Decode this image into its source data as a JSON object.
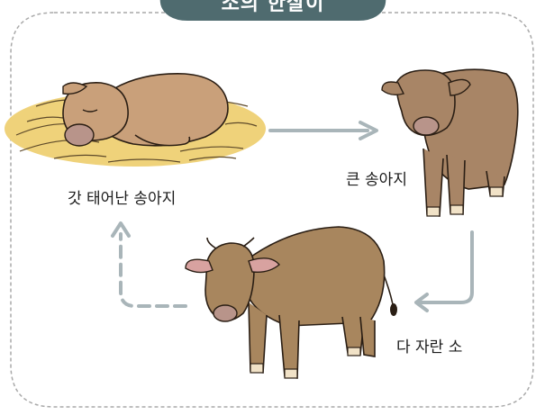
{
  "diagram": {
    "title": "소의 한살이",
    "stages": [
      {
        "label": "갓 태어난 송아지"
      },
      {
        "label": "큰 송아지"
      },
      {
        "label": "다 자란 소"
      }
    ]
  }
}
